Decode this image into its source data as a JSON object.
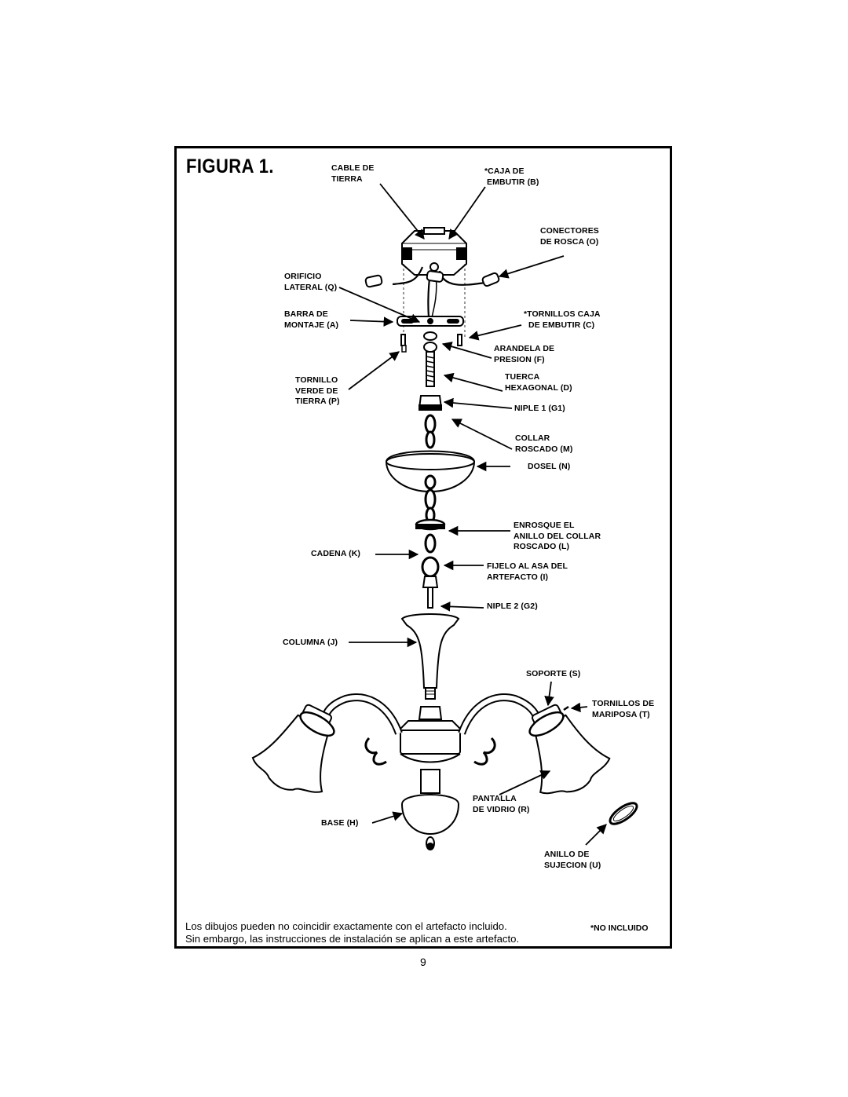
{
  "figure_title": "FIGURA 1.",
  "labels": {
    "cable_tierra": "CABLE DE\nTIERRA",
    "caja_embutir": "*CAJA DE\n EMBUTIR (B)",
    "conectores": "CONECTORES\nDE ROSCA (O)",
    "orificio": "ORIFICIO\nLATERAL (Q)",
    "barra": "BARRA DE\nMONTAJE (A)",
    "tornillos_caja": "*TORNILLOS CAJA\n  DE EMBUTIR (C)",
    "arandela": "ARANDELA DE\nPRESION (F)",
    "tornillo_verde": "TORNILLO\nVERDE DE\nTIERRA (P)",
    "tuerca": "TUERCA\nHEXAGONAL (D)",
    "niple1": "NIPLE 1 (G1)",
    "collar": "COLLAR\nROSCADO (M)",
    "dosel": "DOSEL (N)",
    "enrosque": "ENROSQUE EL\nANILLO DEL COLLAR\nROSCADO (L)",
    "cadena": "CADENA (K)",
    "fijelo": "FIJELO AL ASA DEL\nARTEFACTO (I)",
    "niple2": "NIPLE 2 (G2)",
    "columna": "COLUMNA (J)",
    "soporte": "SOPORTE (S)",
    "tornillos_mariposa": "TORNILLOS DE\nMARIPOSA (T)",
    "pantalla": "PANTALLA\nDE VIDRIO (R)",
    "base": "BASE (H)",
    "anillo": "ANILLO DE\nSUJECION (U)"
  },
  "note": "Los dibujos pueden no coincidir exactamente con el artefacto incluido.\nSin embargo, las instrucciones de instalación se aplican a este artefacto.",
  "no_incluido": "*NO INCLUIDO",
  "page_number": "9"
}
